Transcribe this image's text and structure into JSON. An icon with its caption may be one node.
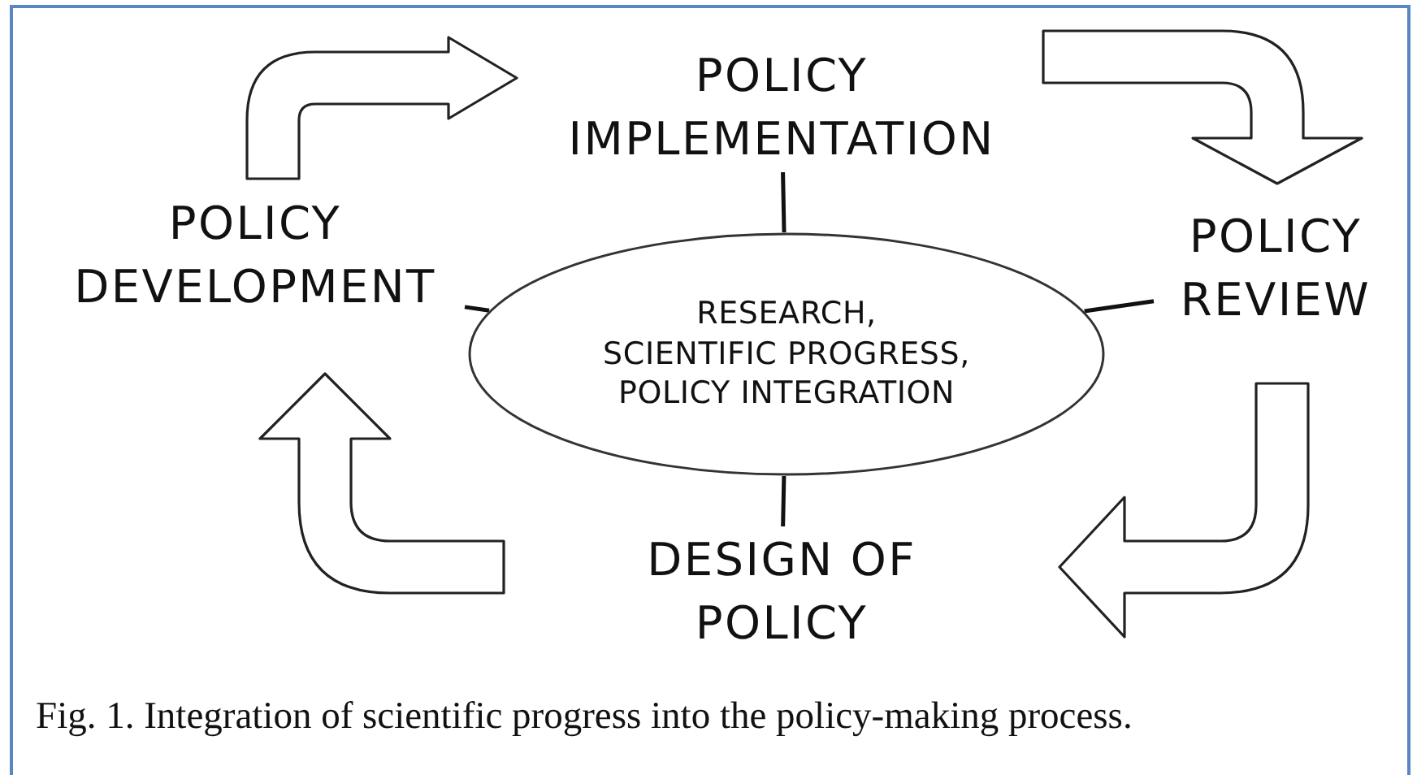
{
  "diagram": {
    "caption": "Fig. 1. Integration of scientific progress into the policy-making process.",
    "nodes": [
      {
        "text": [
          "POLICY IMPLEMENTATION"
        ]
      },
      {
        "text": [
          "POLICY REVIEW"
        ]
      },
      {
        "text": [
          "DESIGN OF POLICY"
        ]
      },
      {
        "text": [
          "POLICY DEVELOPMENT"
        ]
      },
      {
        "text": [
          "RESEARCH,",
          "SCIENTIFIC PROGRESS,",
          "POLICY INTEGRATION"
        ]
      }
    ],
    "edges": [
      {
        "from": 3,
        "to": 0,
        "arrow": "to",
        "style": "thick"
      },
      {
        "from": 0,
        "to": 1,
        "arrow": "to",
        "style": "thick"
      },
      {
        "from": 1,
        "to": 2,
        "arrow": "to",
        "style": "thick"
      },
      {
        "from": 2,
        "to": 3,
        "arrow": "to",
        "style": "thick"
      },
      {
        "from": 4,
        "to": 0,
        "arrow": "none"
      },
      {
        "from": 4,
        "to": 1,
        "arrow": "none"
      },
      {
        "from": 4,
        "to": 2,
        "arrow": "none"
      },
      {
        "from": 4,
        "to": 3,
        "arrow": "none"
      }
    ]
  }
}
